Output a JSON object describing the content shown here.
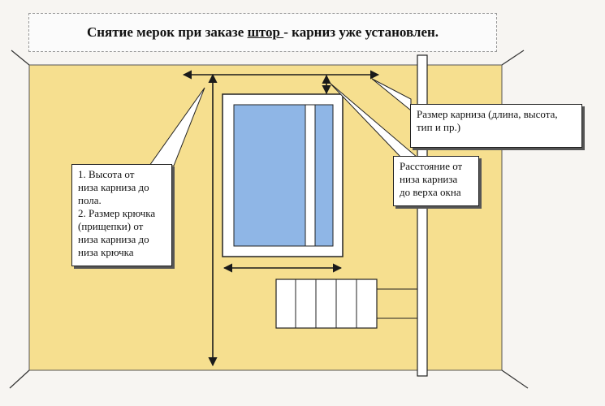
{
  "title": {
    "before": "Снятие мерок при заказе ",
    "underlined": "штор ",
    "after": "- карниз уже установлен."
  },
  "callouts": {
    "height": {
      "line1": "1. Высота от",
      "line2": "низа  карниза до",
      "line3": "пола.",
      "line4": "2. Размер крючка",
      "line5": "(прищепки) от",
      "line6": "низа карниза до",
      "line7": "низа крючка"
    },
    "rod_size": {
      "line1": "Размер карниза (длина, высота,",
      "line2": "тип и пр.)"
    },
    "distance": {
      "line1": "Расстояние от",
      "line2": "низа карниза",
      "line3": "до верха окна"
    }
  },
  "colors": {
    "wall": "#f6df8f",
    "glass": "#8fb6e6",
    "frame": "#ffffff",
    "line": "#1a1a1a"
  }
}
